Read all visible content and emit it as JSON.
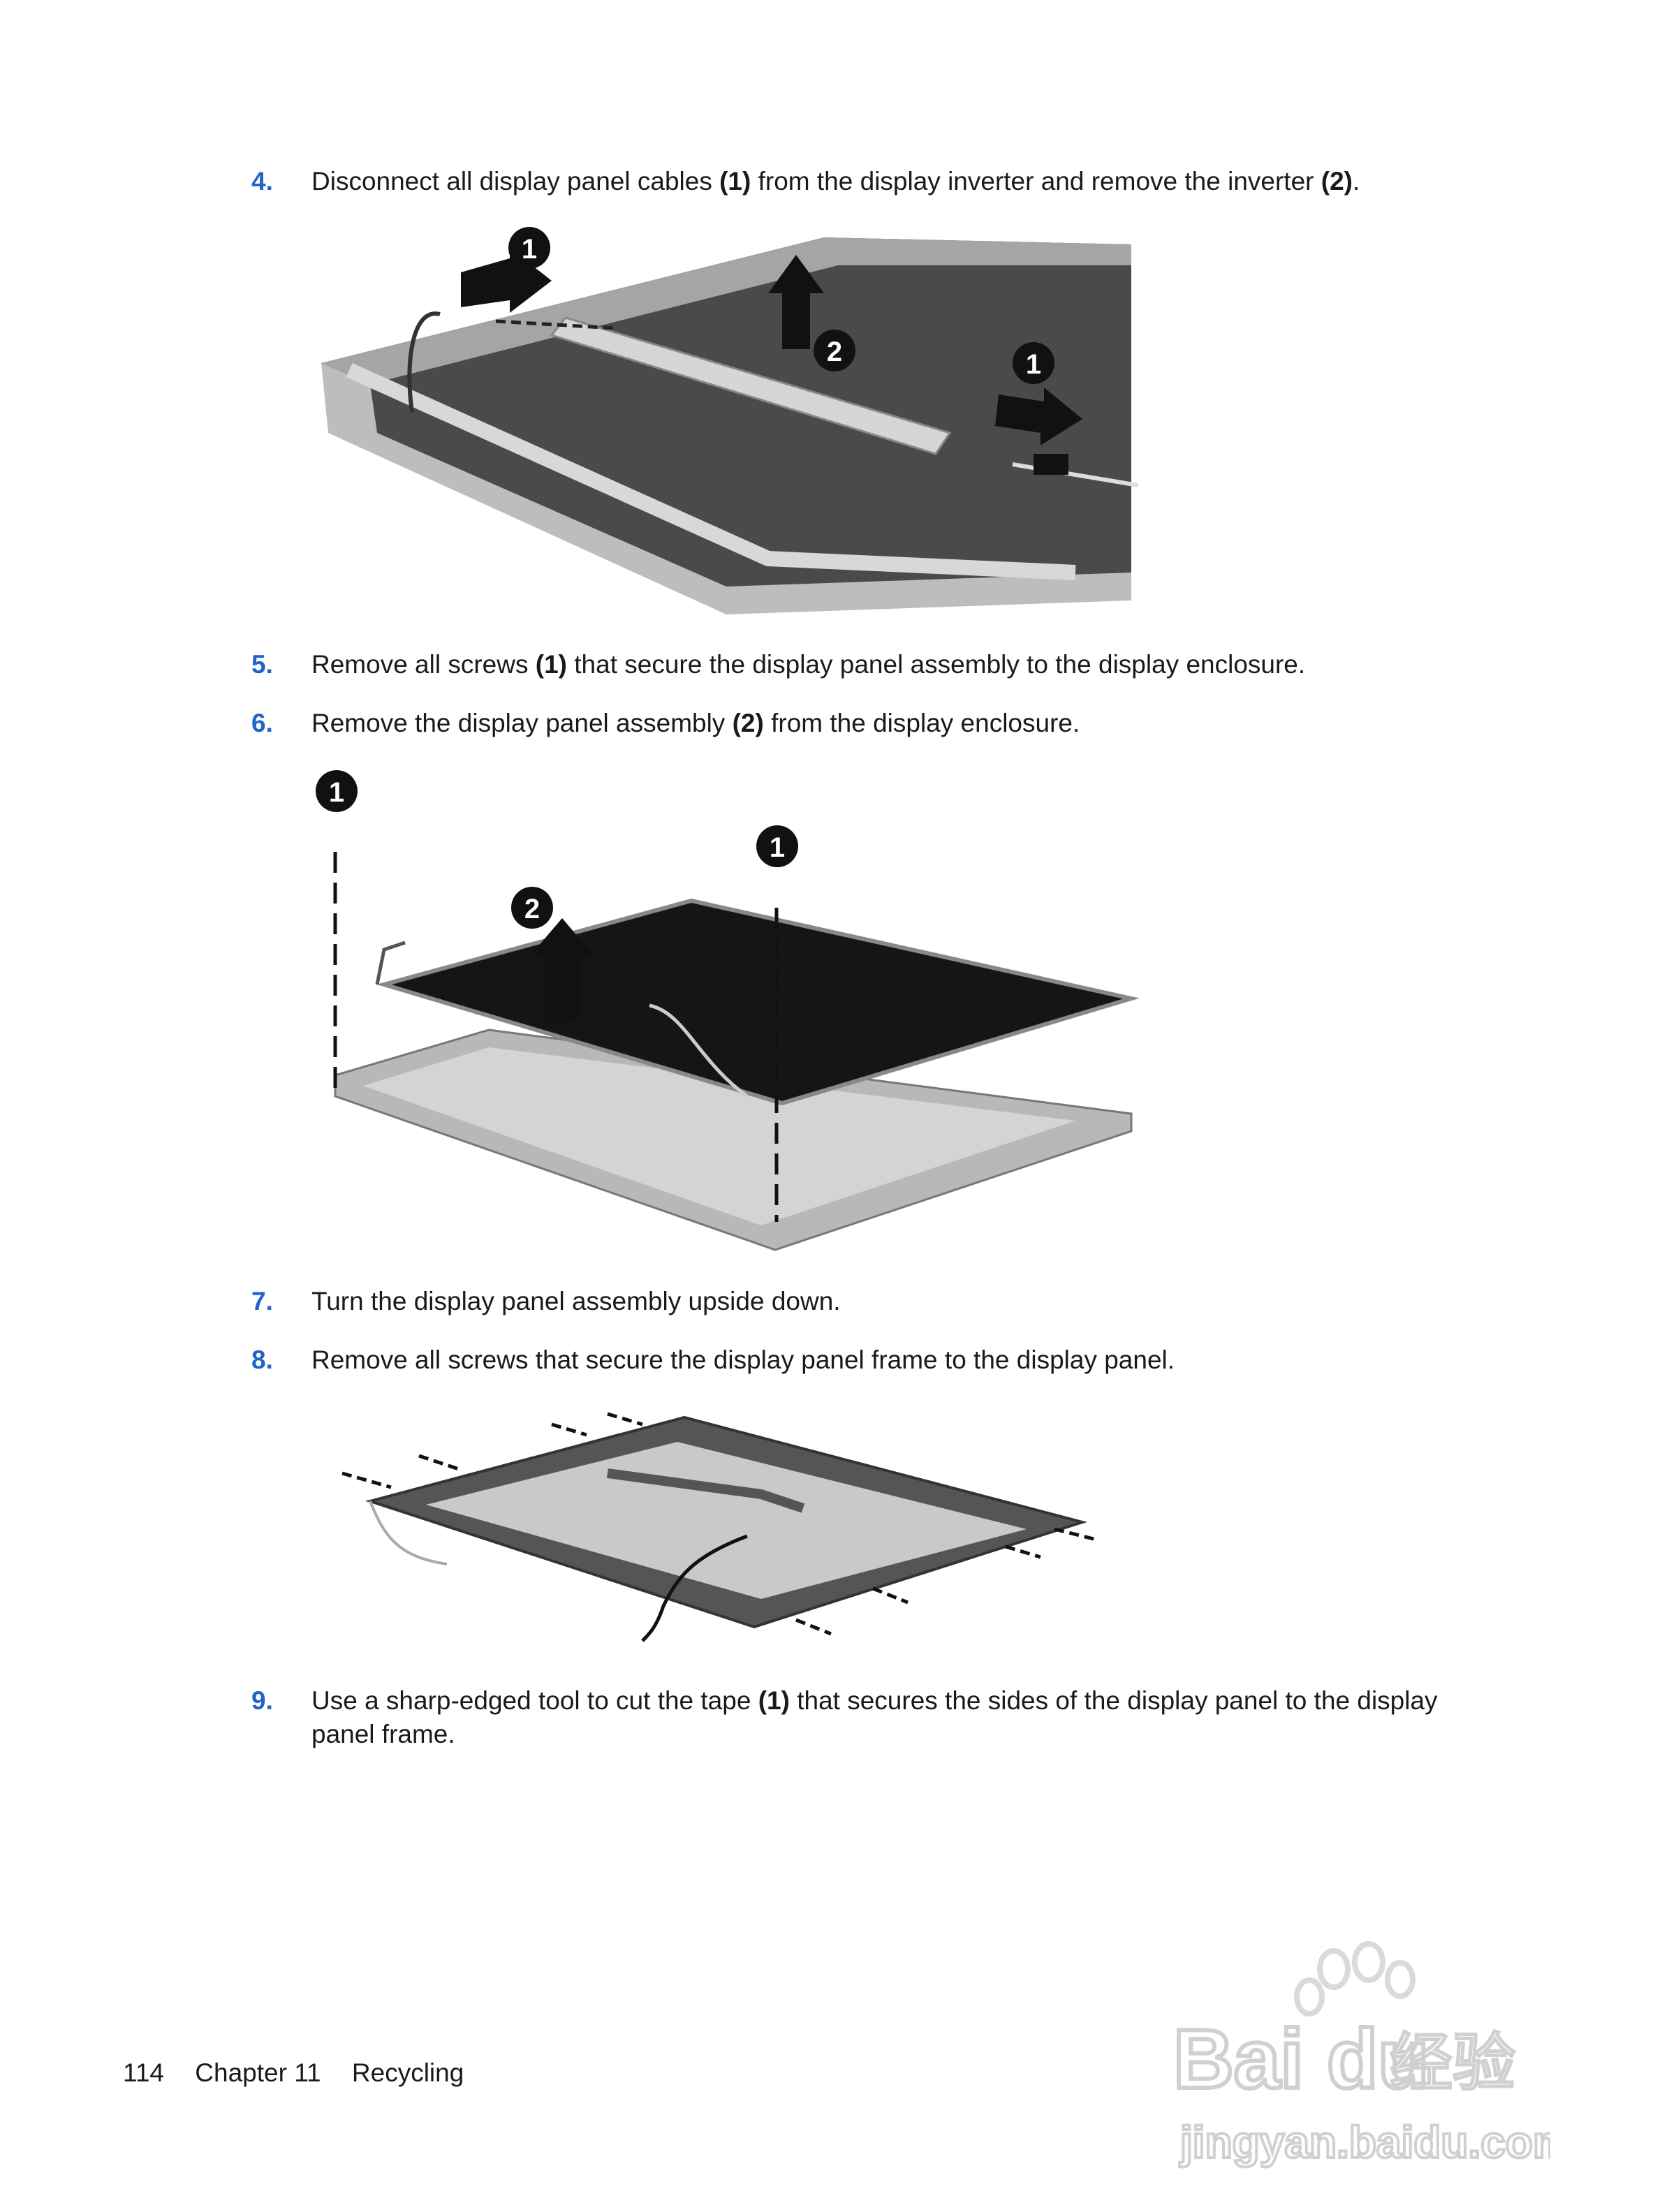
{
  "steps": [
    {
      "num": "4.",
      "parts": [
        "Disconnect all display panel cables ",
        "(1)",
        " from the display inverter and remove the inverter ",
        "(2)",
        "."
      ]
    },
    {
      "num": "5.",
      "parts": [
        "Remove all screws ",
        "(1)",
        " that secure the display panel assembly to the display enclosure."
      ]
    },
    {
      "num": "6.",
      "parts": [
        "Remove the display panel assembly ",
        "(2)",
        " from the display enclosure."
      ]
    },
    {
      "num": "7.",
      "parts": [
        "Turn the display panel assembly upside down."
      ]
    },
    {
      "num": "8.",
      "parts": [
        "Remove all screws that secure the display panel frame to the display panel."
      ]
    },
    {
      "num": "9.",
      "line1": [
        "Use a sharp-edged tool to cut the tape ",
        "(1)",
        " that secures the sides of the display panel to the display"
      ],
      "line2": "panel frame."
    }
  ],
  "figure_callouts": {
    "fig1": [
      "1",
      "2",
      "1"
    ],
    "fig2": [
      "1",
      "1",
      "2"
    ]
  },
  "footer": {
    "page": "114",
    "chapter": "Chapter 11",
    "section": "Recycling"
  },
  "watermark": {
    "brand": "Bai du 经验",
    "url": "jingyan.baidu.com"
  }
}
